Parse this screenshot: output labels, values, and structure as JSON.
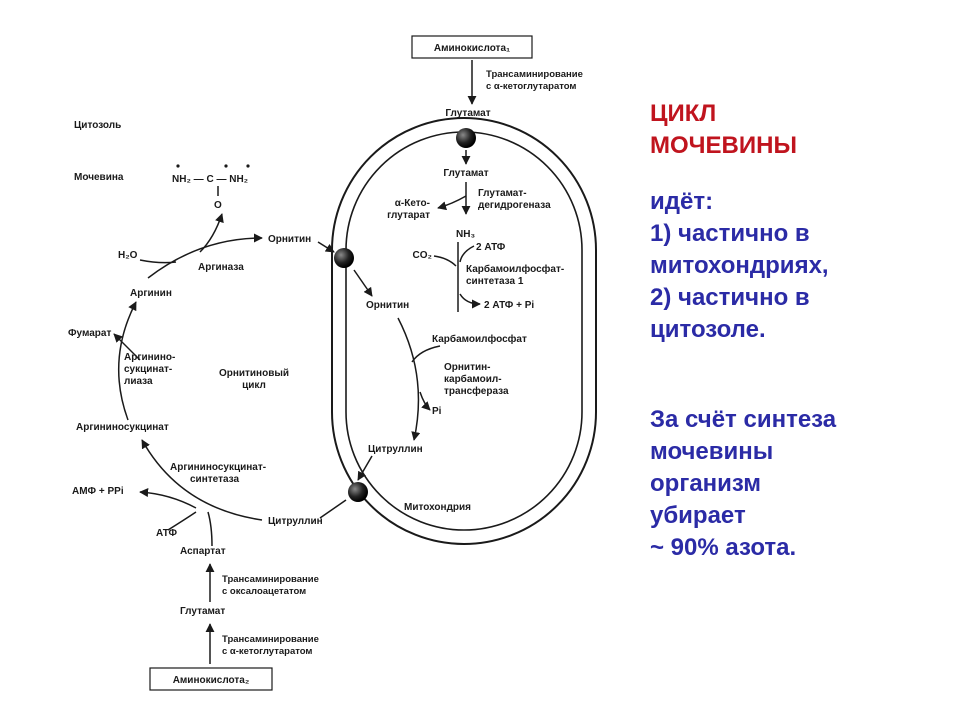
{
  "side": {
    "title": [
      "ЦИКЛ",
      "МОЧЕВИНЫ"
    ],
    "where": [
      "идёт:",
      "1) частично в",
      "митохондриях,",
      "2) частично в",
      "цитозоле."
    ],
    "percent": [
      "За счёт синтеза",
      "мочевины",
      "организм",
      "убирает",
      "~ 90% азота."
    ]
  },
  "diagram": {
    "aminoacid1": "Аминокислота₁",
    "transamination_top": [
      "Трансаминирование",
      "с α-кетоглутаратом"
    ],
    "glutamate_top": "Глутамат",
    "glutamate_mito": "Глутамат",
    "ketoglutarate": [
      "α-Кето-",
      "глутарат"
    ],
    "glutamate_dh": [
      "Глутамат-",
      "дегидрогеназа"
    ],
    "nh3": "NH₃",
    "co2": "CO₂",
    "atp2": "2 АТФ",
    "cps": [
      "Карбамоилфосфат-",
      "синтетаза 1"
    ],
    "atp2_pi": "2 АТФ + Pi",
    "ornithine_mito": "Орнитин",
    "carbamoyl_phosphate": "Карбамоилфосфат",
    "otc": [
      "Орнитин-",
      "карбамоил-",
      "трансфераза"
    ],
    "pi": "Pi",
    "citrulline_mito": "Цитруллин",
    "mitochondria": "Митохондрия",
    "cytosol": "Цитозоль",
    "urea_label": "Мочевина",
    "urea_formula": [
      "NH₂ — C — NH₂",
      "O"
    ],
    "h2o": "H₂O",
    "arginase": "Аргиназа",
    "ornithine_cyto": "Орнитин",
    "arginine": "Аргинин",
    "fumarate": "Фумарат",
    "lyase": [
      "Аргинино-",
      "сукцинат-",
      "лиаза"
    ],
    "ornithine_cycle": [
      "Орнитиновый",
      "цикл"
    ],
    "argininosuccinate": "Аргининосукцинат",
    "synthetase": [
      "Аргининосукцинат-",
      "синтетаза"
    ],
    "amp_ppi": "АМФ + PPi",
    "atp": "АТФ",
    "citrulline_cyto": "Цитруллин",
    "aspartate": "Аспартат",
    "transamination_oxaloacetate": [
      "Трансаминирование",
      "с оксалоацетатом"
    ],
    "glutamate_bottom": "Глутамат",
    "transamination_bottom": [
      "Трансаминирование",
      "с α-кетоглутаратом"
    ],
    "aminoacid2": "Аминокислота₂"
  }
}
